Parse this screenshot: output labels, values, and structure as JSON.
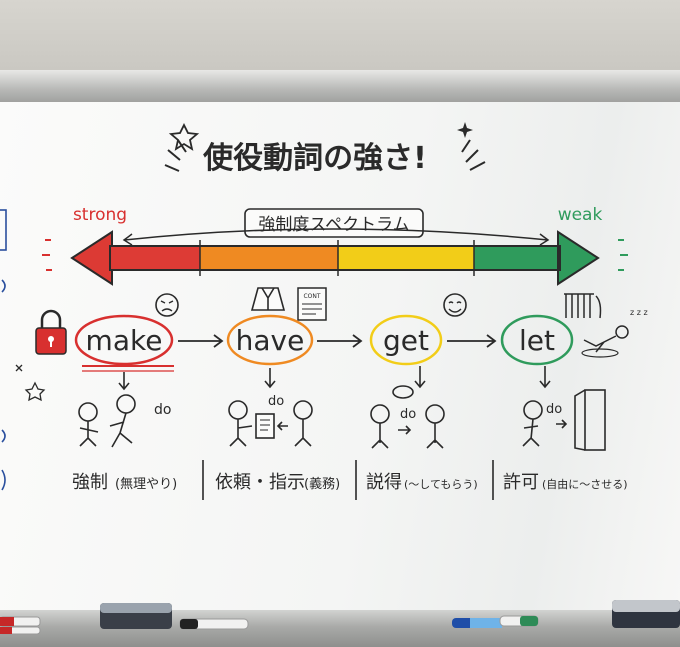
{
  "board": {
    "title": "使役動詞の強さ!",
    "strong_label": "strong",
    "weak_label": "weak",
    "spectrum_label": "強制度スペクトラム",
    "colors": {
      "strong": "#d8302f",
      "orange": "#ef8a22",
      "yellow": "#f2cd18",
      "weak": "#2f9b5c",
      "ink": "#2a2a2a"
    },
    "verbs": [
      {
        "word": "make",
        "action": "do",
        "meaning": "強制",
        "note": "(無理やり)",
        "circle_color": "#d8302f",
        "icon": "lock-angry-face-icon"
      },
      {
        "word": "have",
        "action": "do",
        "meaning": "依頼・指示",
        "note": "(義務)",
        "circle_color": "#ef8a22",
        "icon": "suit-contract-icon"
      },
      {
        "word": "get",
        "action": "do",
        "meaning": "説得",
        "note": "(～してもらう)",
        "circle_color": "#f2cd18",
        "icon": "smile-face-icon"
      },
      {
        "word": "let",
        "action": "do",
        "meaning": "許可",
        "note": "(自由に～させる)",
        "circle_color": "#2f9b5c",
        "icon": "gate-relaxing-person-icon"
      }
    ],
    "contract_text": "CONT"
  }
}
